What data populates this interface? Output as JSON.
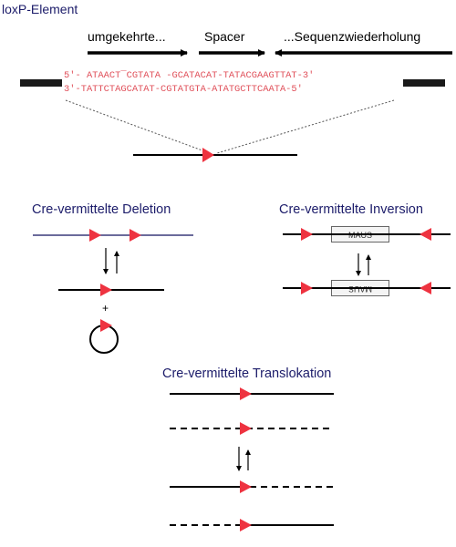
{
  "title": "loxP-Element",
  "arrow_labels": {
    "inverted": "umgekehrte...",
    "spacer": "Spacer",
    "repeat": "...Sequenzwiederholung"
  },
  "sequence": {
    "top": "5'- ATAACT¯CGTATA -GCATACAT-TATACGAAGTTAT-3'",
    "bottom": "3'-TATTCTAGCATAT-CGTATGTA-ATATGCTTCAATA-5'"
  },
  "sections": {
    "deletion": "Cre-vermittelte Deletion",
    "inversion": "Cre-vermittelte Inversion",
    "translocation": "Cre-vermittelte Translokation"
  },
  "plus": "+",
  "maus_label": "MAUS",
  "colors": {
    "loxp_triangle": "#ee3340",
    "sequence_text": "#e0505a",
    "title_text": "#1c1c6a",
    "dna_line": "#000000",
    "deletion_top_line": "#3a3a7a"
  }
}
